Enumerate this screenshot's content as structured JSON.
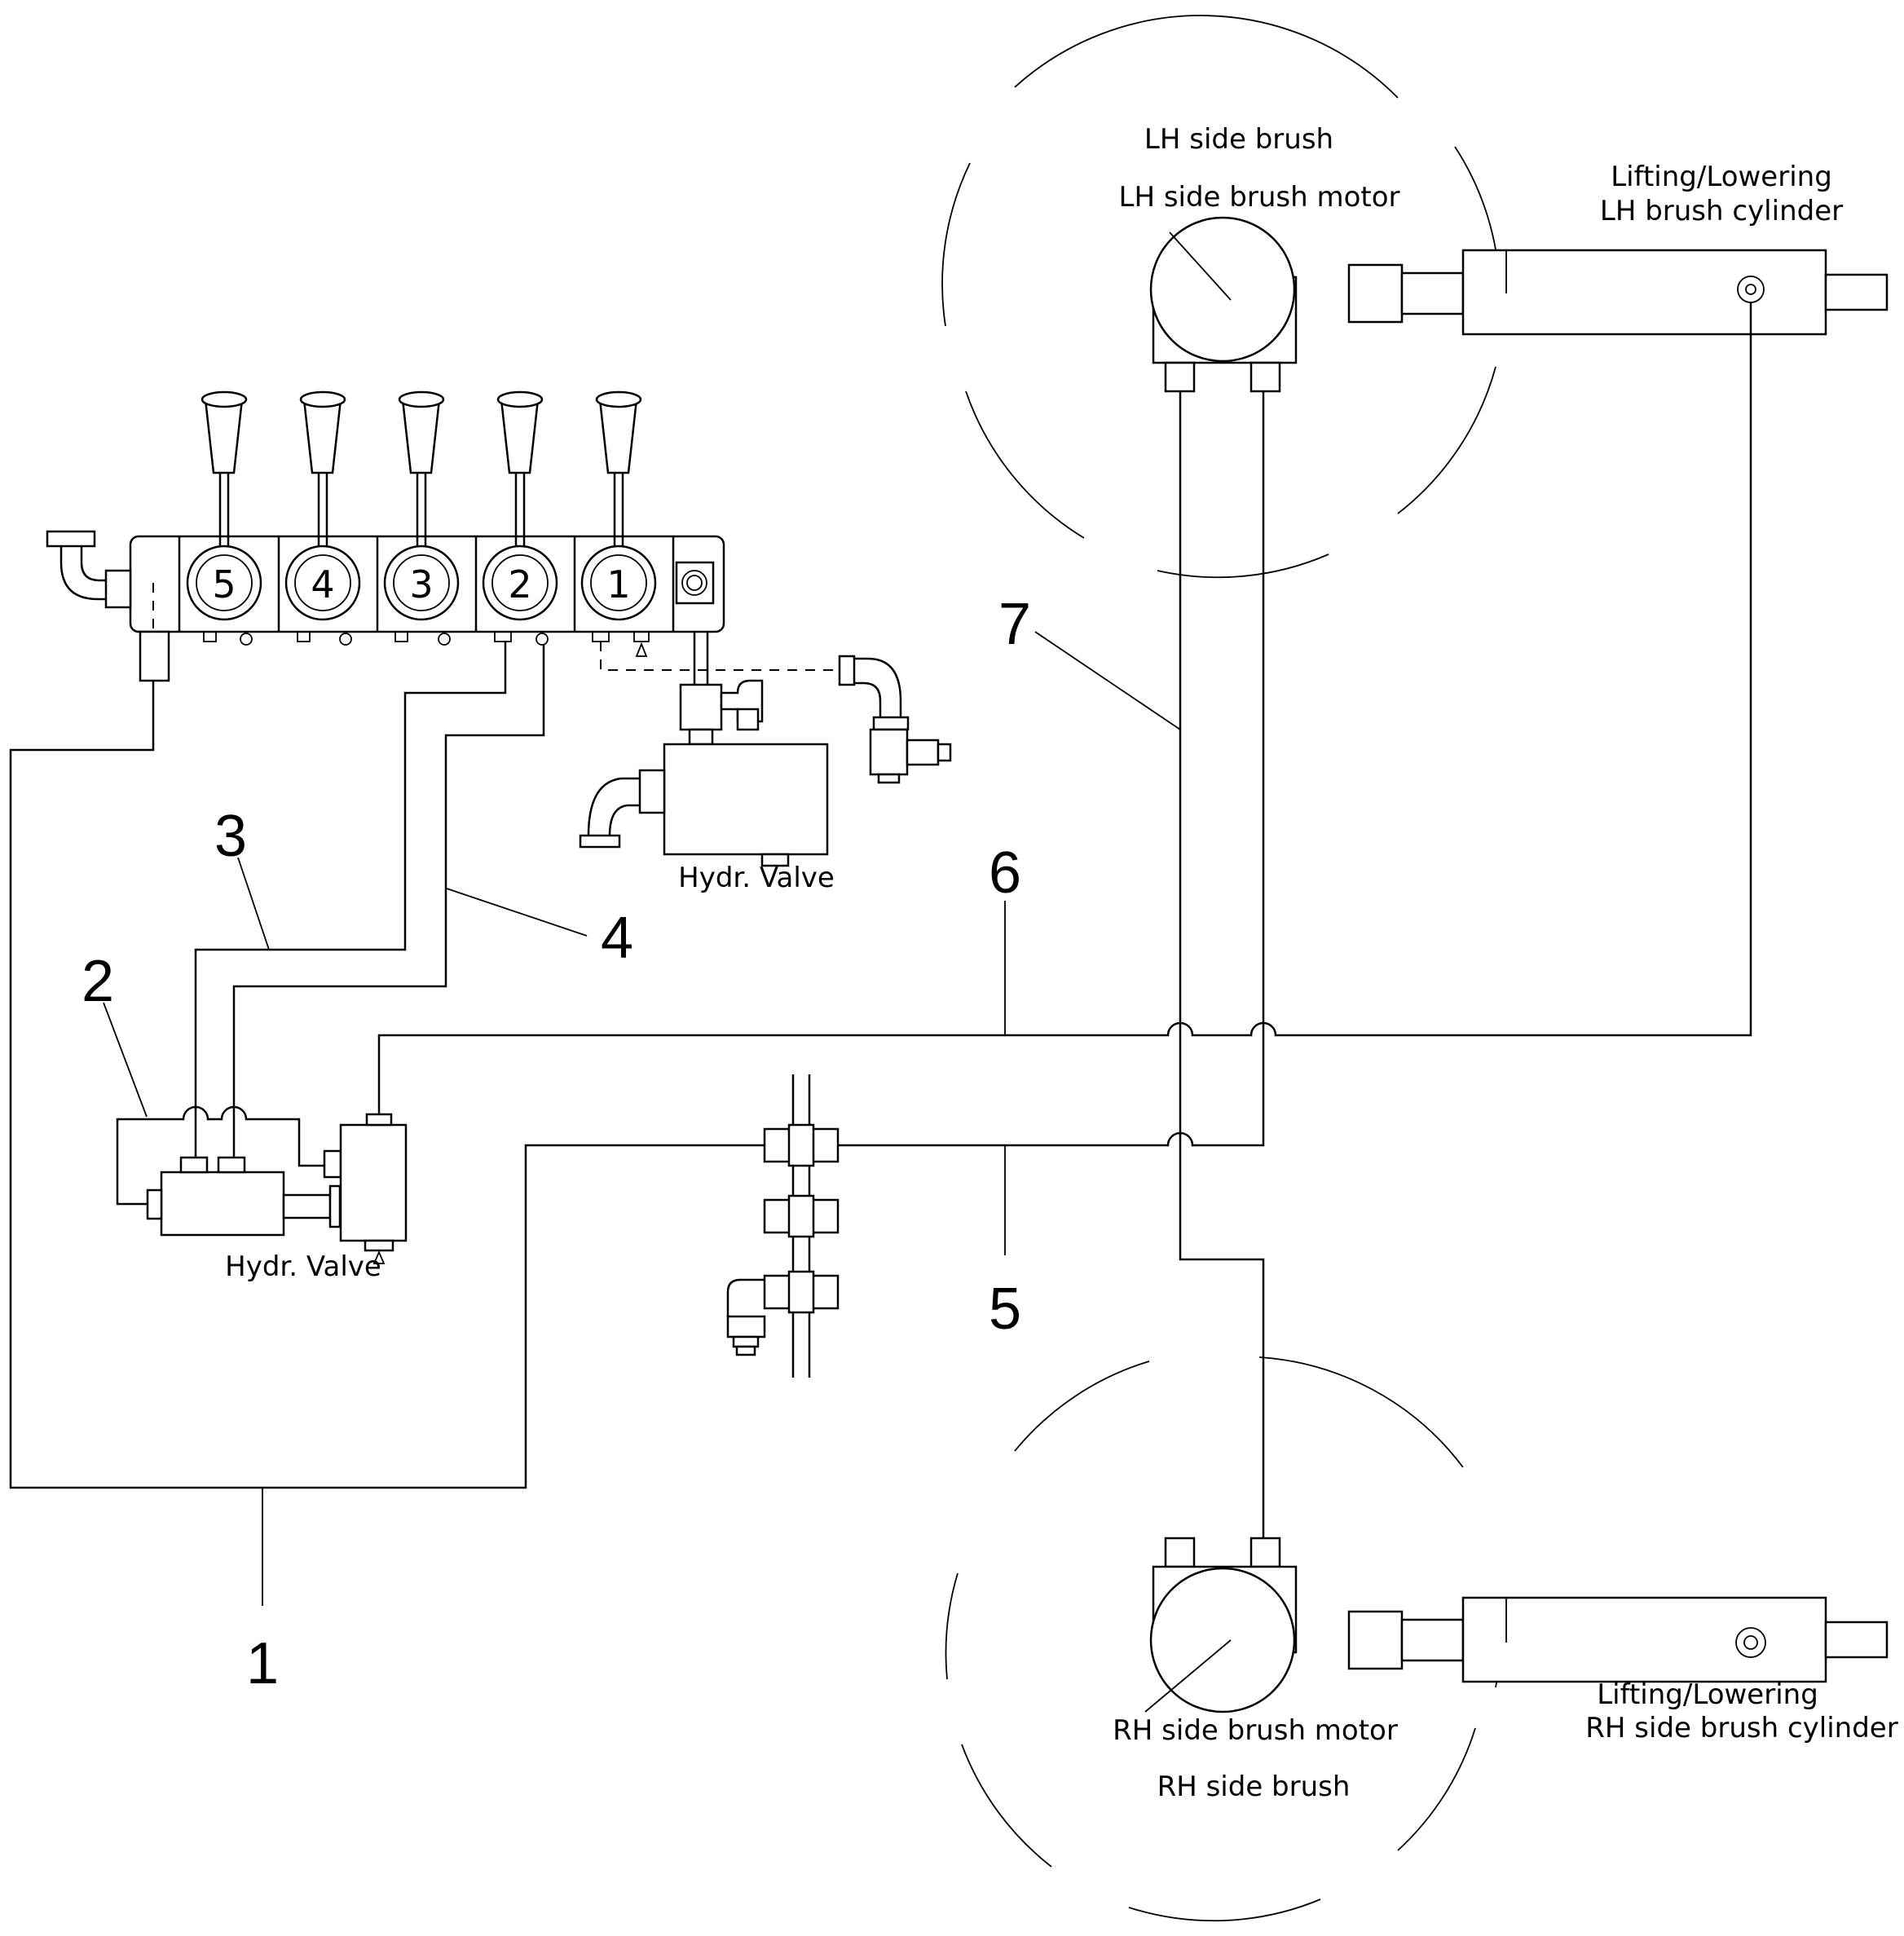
{
  "labels": {
    "lh_side_brush": "LH side brush",
    "lh_side_brush_motor": "LH side brush motor",
    "lh_cylinder_line1": "Lifting/Lowering",
    "lh_cylinder_line2": "LH brush cylinder",
    "rh_side_brush": "RH side brush",
    "rh_side_brush_motor": "RH side brush motor",
    "rh_cylinder_line1": "Lifting/Lowering",
    "rh_cylinder_line2": "RH side brush cylinder",
    "hydr_valve_top": "Hydr. Valve",
    "hydr_valve_bottom": "Hydr. Valve"
  },
  "control_levers": [
    "5",
    "4",
    "3",
    "2",
    "1"
  ],
  "callouts": {
    "c1": "1",
    "c2": "2",
    "c3": "3",
    "c4": "4",
    "c5": "5",
    "c6": "6",
    "c7": "7"
  }
}
